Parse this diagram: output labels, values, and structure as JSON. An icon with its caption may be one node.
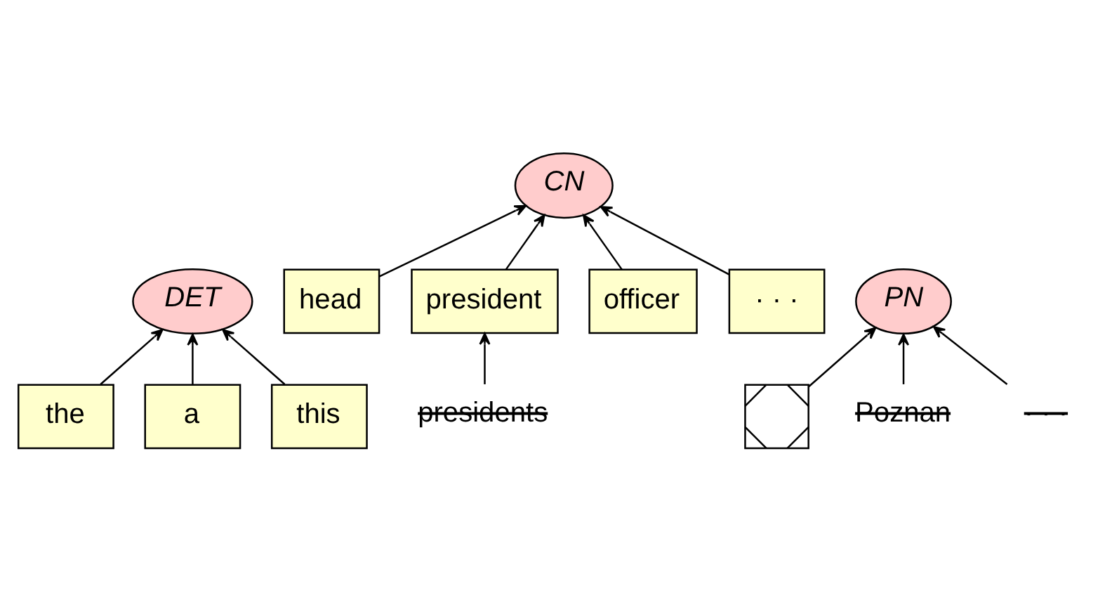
{
  "diagram": {
    "nodes": [
      {
        "text": [
          "DET"
        ]
      },
      {
        "text": [
          "the"
        ]
      },
      {
        "text": [
          "a"
        ]
      },
      {
        "text": [
          "this"
        ]
      },
      {
        "text": [
          "CN"
        ]
      },
      {
        "text": [
          "head"
        ]
      },
      {
        "text": [
          "president"
        ]
      },
      {
        "text": [
          "officer"
        ]
      },
      {
        "text": [
          "· · ·"
        ]
      },
      {
        "text": [
          "presidents"
        ]
      },
      {
        "text": [
          "PN"
        ]
      },
      {
        "text": [],
        "shape": "cross"
      },
      {
        "text": [
          "Poznan"
        ]
      },
      {
        "text": [
          "· · ·"
        ]
      }
    ],
    "edges": [
      {
        "from": 1,
        "to": 0,
        "arrow": "to"
      },
      {
        "from": 2,
        "to": 0,
        "arrow": "to"
      },
      {
        "from": 3,
        "to": 0,
        "arrow": "to"
      },
      {
        "from": 5,
        "to": 4,
        "arrow": "to"
      },
      {
        "from": 6,
        "to": 4,
        "arrow": "to"
      },
      {
        "from": 7,
        "to": 4,
        "arrow": "to"
      },
      {
        "from": 8,
        "to": 4,
        "arrow": "to"
      },
      {
        "from": 9,
        "to": 6,
        "arrow": "to"
      },
      {
        "from": 11,
        "to": 10,
        "arrow": "to"
      },
      {
        "from": 12,
        "to": 10,
        "arrow": "to"
      },
      {
        "from": 13,
        "to": 10,
        "arrow": "to"
      }
    ]
  }
}
